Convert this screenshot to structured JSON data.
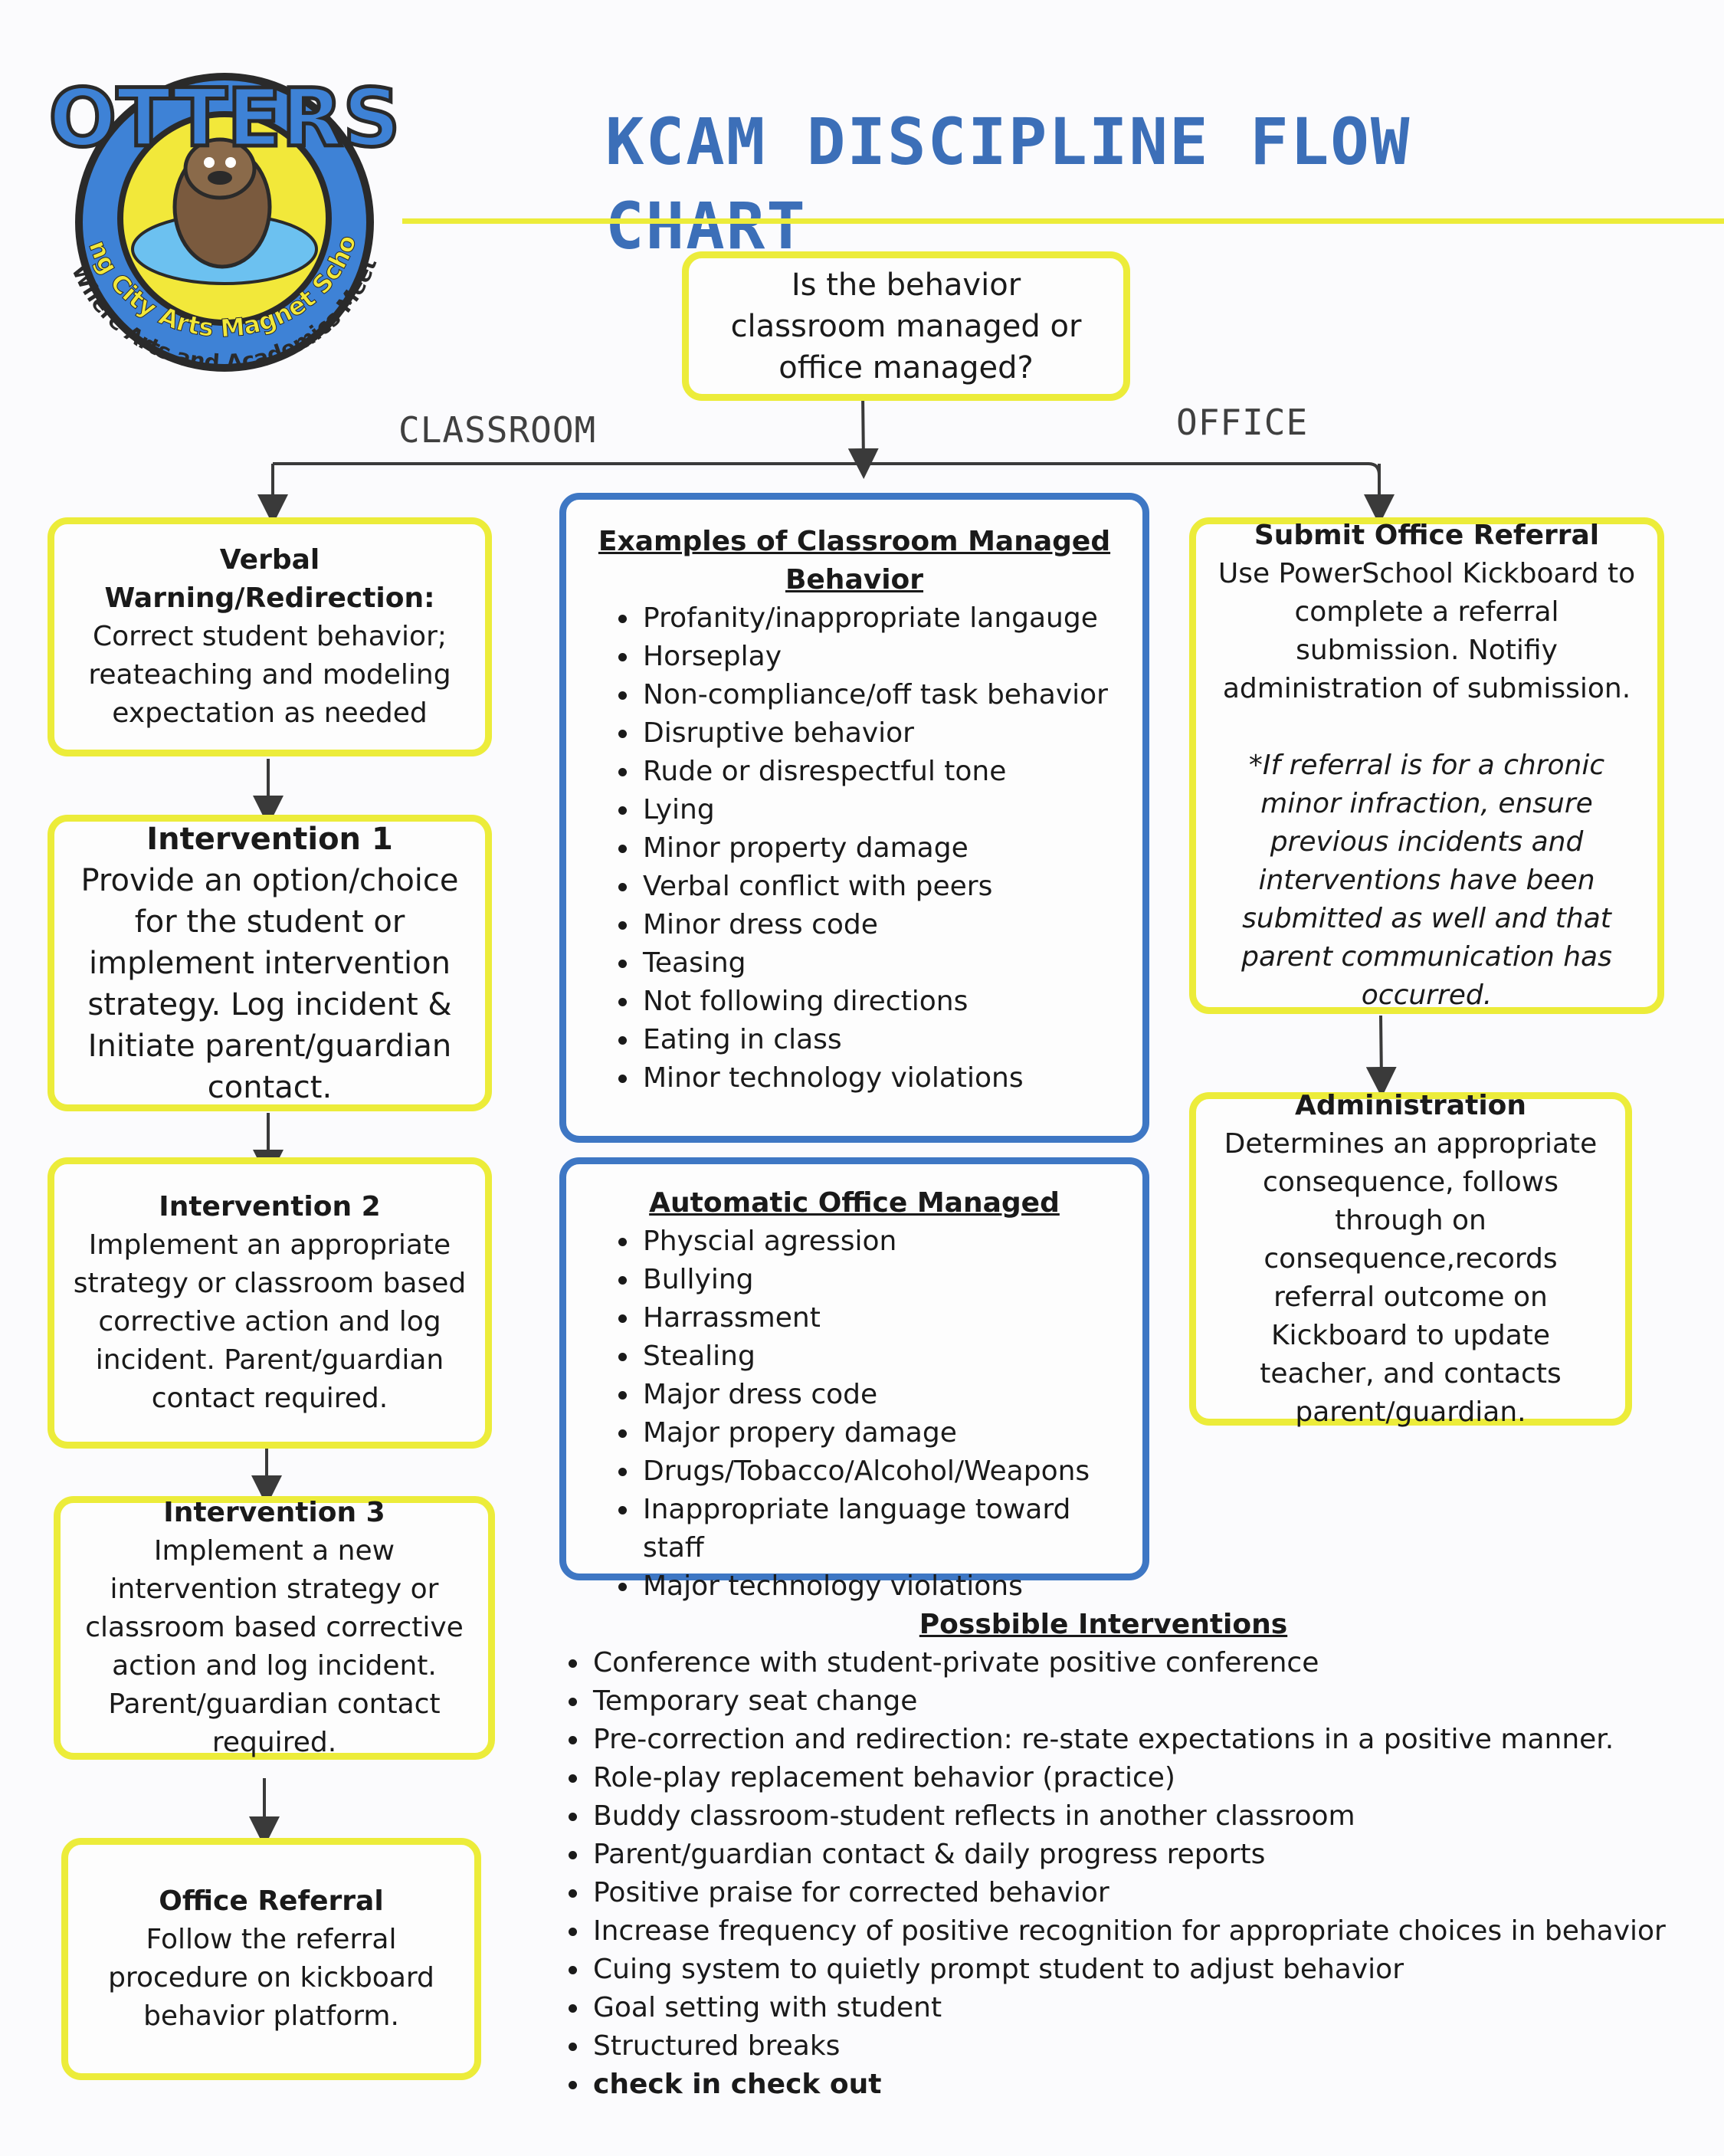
{
  "header": {
    "title": "KCAM DISCIPLINE FLOW CHART",
    "logo": {
      "mascot_text": "OTTERS",
      "school_text": "King City Arts Magnet School",
      "motto_text": "Where Arts and Academics Meet"
    }
  },
  "colors": {
    "yellow_border": "#ecec3a",
    "blue_border": "#3e77c4",
    "title_blue": "#3c6fb8"
  },
  "question": {
    "line1": "Is the behavior",
    "line2": "classroom managed or",
    "line3": "office managed?"
  },
  "branches": {
    "left": "CLASSROOM",
    "right": "OFFICE"
  },
  "classroom_steps": {
    "verbal": {
      "title": "Verbal Warning/Redirection:",
      "text": "Correct student behavior; reateaching and modeling expectation as needed"
    },
    "intervention1": {
      "title": "Intervention 1",
      "text": "Provide an option/choice for the student or implement intervention strategy. Log incident & Initiate  parent/guardian contact."
    },
    "intervention2": {
      "title": "Intervention 2",
      "text": "Implement an appropriate strategy or classroom based corrective action and log incident. Parent/guardian contact required."
    },
    "intervention3": {
      "title": "Intervention 3",
      "text": "Implement a new intervention strategy or classroom based corrective action and log incident. Parent/guardian contact required."
    },
    "office_referral": {
      "title": "Office Referral",
      "text": "Follow the referral procedure on kickboard behavior platform."
    }
  },
  "classroom_examples": {
    "title_line1": "Examples of Classroom Managed",
    "title_line2": "Behavior",
    "items": [
      "Profanity/inappropriate langauge",
      "Horseplay",
      "Non-compliance/off task behavior",
      "Disruptive behavior",
      "Rude or disrespectful tone",
      "Lying",
      "Minor property damage",
      "Verbal conflict with peers",
      "Minor dress code",
      "Teasing",
      "Not following directions",
      "Eating in class",
      "Minor technology violations"
    ]
  },
  "office_managed": {
    "title": "Automatic Office Managed",
    "items": [
      "Physcial agression",
      "Bullying",
      "Harrassment",
      "Stealing",
      "Major dress code",
      "Major propery damage",
      "Drugs/Tobacco/Alcohol/Weapons",
      "Inappropriate language toward staff",
      "Major technology violations"
    ]
  },
  "office_steps": {
    "submit": {
      "title": "Submit Office Referral",
      "text": "Use PowerSchool Kickboard to complete a referral submission. Notifiy administration of submission.",
      "note": "*If referral is for a chronic minor infraction, ensure  previous incidents and interventions have been submitted as well and that parent communication has occurred."
    },
    "administration": {
      "title": "Administration",
      "text": "Determines an appropriate consequence, follows through on consequence,records referral outcome on Kickboard to update teacher, and contacts parent/guardian."
    }
  },
  "possible_interventions": {
    "title": "Possbible Interventions",
    "items": [
      "Conference with student-private positive conference",
      "Temporary seat change",
      "Pre-correction and redirection: re-state expectations in a positive manner.",
      "Role-play replacement behavior (practice)",
      "Buddy classroom-student reflects in another classroom",
      "Parent/guardian contact & daily progress reports",
      "Positive praise for corrected behavior",
      "Increase frequency of positive recognition for appropriate choices in behavior",
      "Cuing system to quietly prompt student to adjust behavior",
      "Goal setting with student",
      "Structured breaks"
    ],
    "bold_item": "check in check out"
  }
}
